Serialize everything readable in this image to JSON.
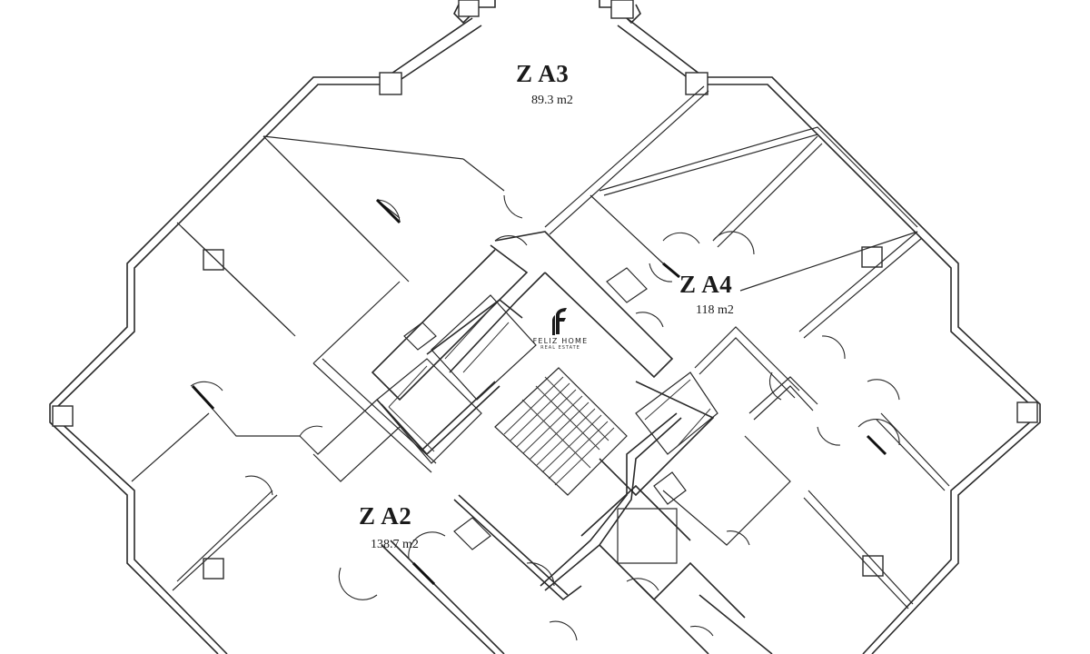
{
  "units": [
    {
      "id": "a3",
      "name": "Z A3",
      "area": "89.3 m2"
    },
    {
      "id": "a4",
      "name": "Z A4",
      "area": "118 m2"
    },
    {
      "id": "a2",
      "name": "Z A2",
      "area": "138.7 m2"
    }
  ],
  "logo": {
    "name": "FELIZ HOME",
    "subtitle": "REAL ESTATE",
    "icon": "feliz-home-logo-icon"
  }
}
